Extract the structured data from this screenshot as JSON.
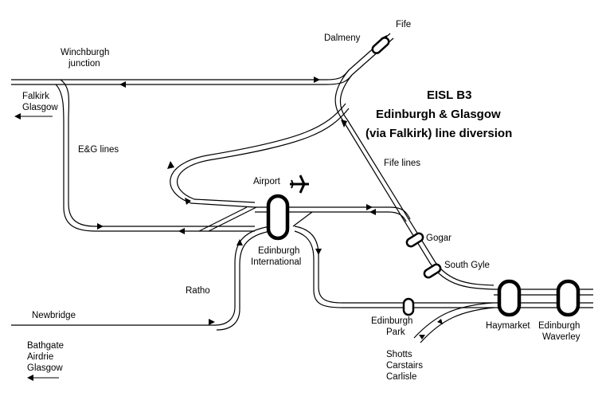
{
  "title_lines": [
    "EISL B3",
    "Edinburgh & Glasgow",
    "(via Falkirk) line diversion"
  ],
  "stations": {
    "dalmeny": "Dalmeny",
    "edinburgh_international_line1": "Edinburgh",
    "edinburgh_international_line2": "International",
    "gogar": "Gogar",
    "south_gyle": "South Gyle",
    "edinburgh_park_line1": "Edinburgh",
    "edinburgh_park_line2": "Park",
    "haymarket": "Haymarket",
    "edinburgh_waverley_line1": "Edinburgh",
    "edinburgh_waverley_line2": "Waverley"
  },
  "labels": {
    "fife": "Fife",
    "winchburgh_line1": "Winchburgh",
    "winchburgh_line2": "junction",
    "falkirk": "Falkirk",
    "glasgow_1": "Glasgow",
    "eg_lines": "E&G lines",
    "fife_lines": "Fife lines",
    "airport": "Airport",
    "ratho": "Ratho",
    "newbridge": "Newbridge",
    "bathgate": "Bathgate",
    "airdrie": "Airdrie",
    "glasgow_2": "Glasgow",
    "shotts": "Shotts",
    "carstairs": "Carstairs",
    "carlisle": "Carlisle"
  },
  "icons": [
    "airplane-icon",
    "direction-arrow-icon",
    "station-marker-icon"
  ]
}
